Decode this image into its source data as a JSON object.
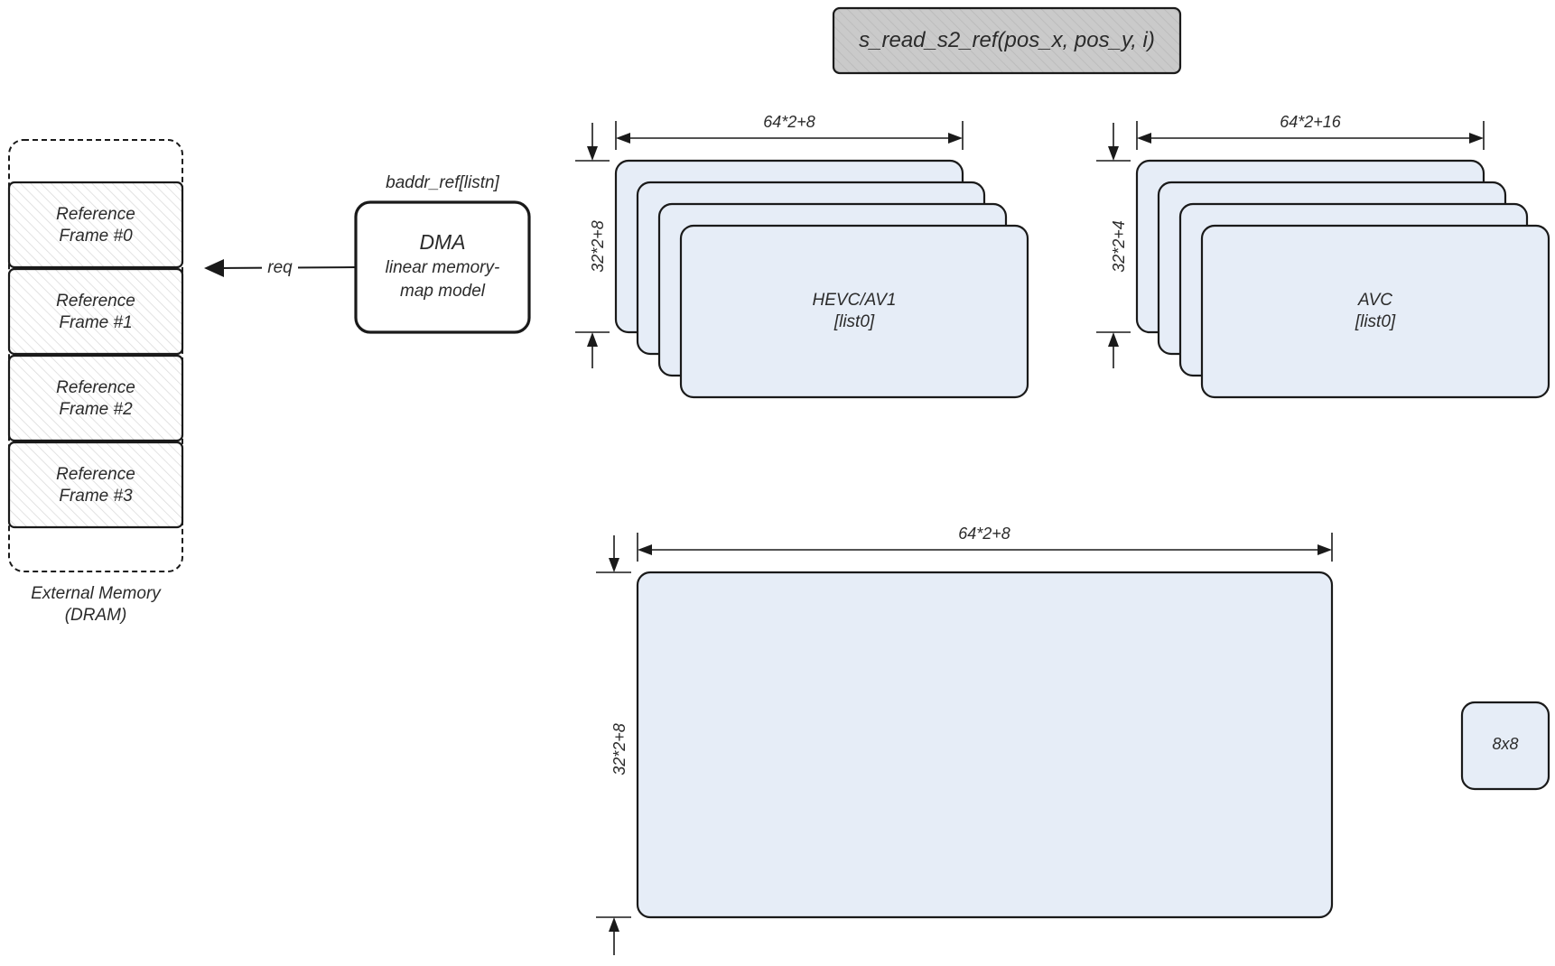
{
  "function_call": "s_read_s2_ref(pos_x, pos_y, i)",
  "external_memory": {
    "frames": [
      {
        "line1": "Reference",
        "line2": "Frame #0"
      },
      {
        "line1": "Reference",
        "line2": "Frame #1"
      },
      {
        "line1": "Reference",
        "line2": "Frame #2"
      },
      {
        "line1": "Reference",
        "line2": "Frame #3"
      }
    ],
    "caption_line1": "External Memory",
    "caption_line2": "(DRAM)"
  },
  "dma": {
    "address_label": "baddr_ref[listn]",
    "title": "DMA",
    "subtitle_line1": "linear memory-",
    "subtitle_line2": "map model",
    "request_label": "req"
  },
  "hevc_stack": {
    "width_dim": "64*2+8",
    "height_dim": "32*2+8",
    "label_line1": "HEVC/AV1",
    "label_line2": "[list0]"
  },
  "avc_stack": {
    "width_dim": "64*2+16",
    "height_dim": "32*2+4",
    "label_line1": "AVC",
    "label_line2": "[list0]"
  },
  "big_block": {
    "width_dim": "64*2+8",
    "height_dim": "32*2+8"
  },
  "small_block": {
    "label": "8x8"
  },
  "colors": {
    "block_fill": "#e6edf7",
    "header_fill": "#c8c8c8",
    "stroke": "#1a1a1a"
  }
}
